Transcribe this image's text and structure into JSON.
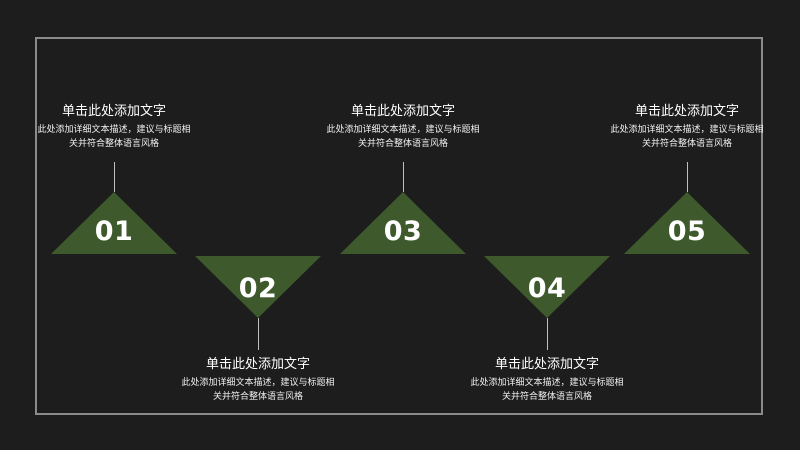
{
  "steps": [
    {
      "number": "01",
      "title": "单击此处添加文字",
      "desc_line1": "此处添加详细文本描述，建议与标题相",
      "desc_line2": "关并符合整体语言风格"
    },
    {
      "number": "02",
      "title": "单击此处添加文字",
      "desc_line1": "此处添加详细文本描述，建议与标题相",
      "desc_line2": "关并符合整体语言风格"
    },
    {
      "number": "03",
      "title": "单击此处添加文字",
      "desc_line1": "此处添加详细文本描述，建议与标题相",
      "desc_line2": "关并符合整体语言风格"
    },
    {
      "number": "04",
      "title": "单击此处添加文字",
      "desc_line1": "此处添加详细文本描述，建议与标题相",
      "desc_line2": "关并符合整体语言风格"
    },
    {
      "number": "05",
      "title": "单击此处添加文字",
      "desc_line1": "此处添加详细文本描述，建议与标题相",
      "desc_line2": "关并符合整体语言风格"
    }
  ],
  "colors": {
    "background": "#1c1d1c",
    "triangle": "#3e5a2d",
    "frame": "#8a8c8a",
    "text": "#ffffff"
  }
}
